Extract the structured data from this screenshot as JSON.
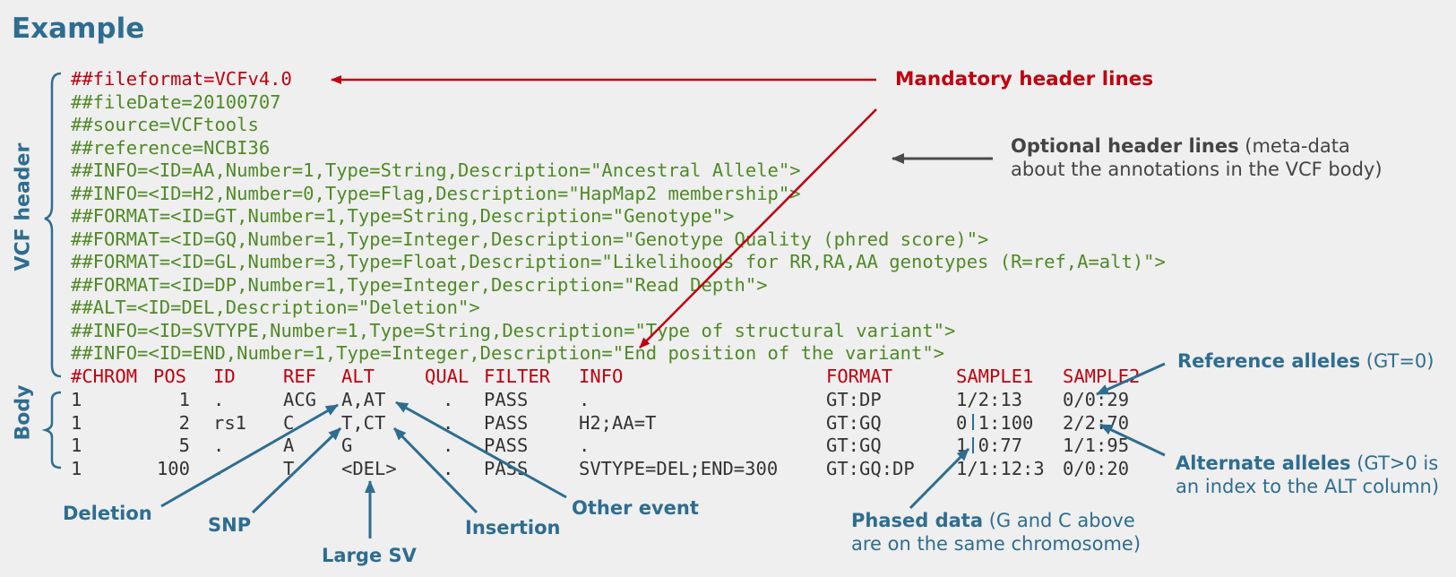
{
  "title": "Example",
  "side_labels": {
    "header": "VCF header",
    "body": "Body"
  },
  "header_lines": [
    {
      "text": "##fileformat=VCFv4.0",
      "color": "red"
    },
    {
      "text": "##fileDate=20100707",
      "color": "green"
    },
    {
      "text": "##source=VCFtools",
      "color": "green"
    },
    {
      "text": "##reference=NCBI36",
      "color": "green"
    },
    {
      "text": "##INFO=<ID=AA,Number=1,Type=String,Description=\"Ancestral Allele\">",
      "color": "green"
    },
    {
      "text": "##INFO=<ID=H2,Number=0,Type=Flag,Description=\"HapMap2 membership\">",
      "color": "green"
    },
    {
      "text": "##FORMAT=<ID=GT,Number=1,Type=String,Description=\"Genotype\">",
      "color": "green"
    },
    {
      "text": "##FORMAT=<ID=GQ,Number=1,Type=Integer,Description=\"Genotype Quality (phred score)\">",
      "color": "green"
    },
    {
      "text": "##FORMAT=<ID=GL,Number=3,Type=Float,Description=\"Likelihoods for RR,RA,AA genotypes (R=ref,A=alt)\">",
      "color": "green"
    },
    {
      "text": "##FORMAT=<ID=DP,Number=1,Type=Integer,Description=\"Read Depth\">",
      "color": "green"
    },
    {
      "text": "##ALT=<ID=DEL,Description=\"Deletion\">",
      "color": "green"
    },
    {
      "text": "##INFO=<ID=SVTYPE,Number=1,Type=String,Description=\"Type of structural variant\">",
      "color": "green"
    },
    {
      "text": "##INFO=<ID=END,Number=1,Type=Integer,Description=\"End position of the variant\">",
      "color": "green"
    }
  ],
  "columns": [
    "#CHROM",
    "POS",
    "ID",
    "REF",
    "ALT",
    "QUAL",
    "FILTER",
    "INFO",
    "FORMAT",
    "SAMPLE1",
    "SAMPLE2"
  ],
  "rows": [
    [
      "1",
      "1",
      ".",
      "ACG",
      "A,AT",
      ".",
      "PASS",
      ".",
      "GT:DP",
      "1/2:13",
      "0/0:29"
    ],
    [
      "1",
      "2",
      "rs1",
      "C",
      "T,CT",
      ".",
      "PASS",
      "H2;AA=T",
      "GT:GQ",
      "0 1:100",
      "2/2:70"
    ],
    [
      "1",
      "5",
      ".",
      "A",
      "G",
      ".",
      "PASS",
      ".",
      "GT:GQ",
      "1 0:77",
      "1/1:95"
    ],
    [
      "1",
      "100",
      ".",
      "T",
      "<DEL>",
      ".",
      "PASS",
      "SVTYPE=DEL;END=300",
      "GT:GQ:DP",
      "1/1:12:3",
      "0/0:20"
    ]
  ],
  "callouts": {
    "mandatory": "Mandatory header lines",
    "optional_bold": "Optional header lines",
    "optional_rest": " (meta-data",
    "optional_line2": "about the annotations in the VCF body)",
    "reference_bold": "Reference alleles",
    "reference_rest": " (GT=0)",
    "alternate_bold": "Alternate alleles",
    "alternate_rest": " (GT>0 is",
    "alternate_line2": "an index to the ALT column)",
    "phased_bold": "Phased data",
    "phased_rest": " (G and C above",
    "phased_line2": "are on the same chromosome)",
    "deletion": "Deletion",
    "snp": "SNP",
    "large_sv": "Large SV",
    "insertion": "Insertion",
    "other_event": "Other event"
  },
  "colors": {
    "accent_blue": "#2e6d91",
    "header_red": "#c0000f",
    "meta_green": "#4f8a26",
    "gray": "#444444"
  }
}
